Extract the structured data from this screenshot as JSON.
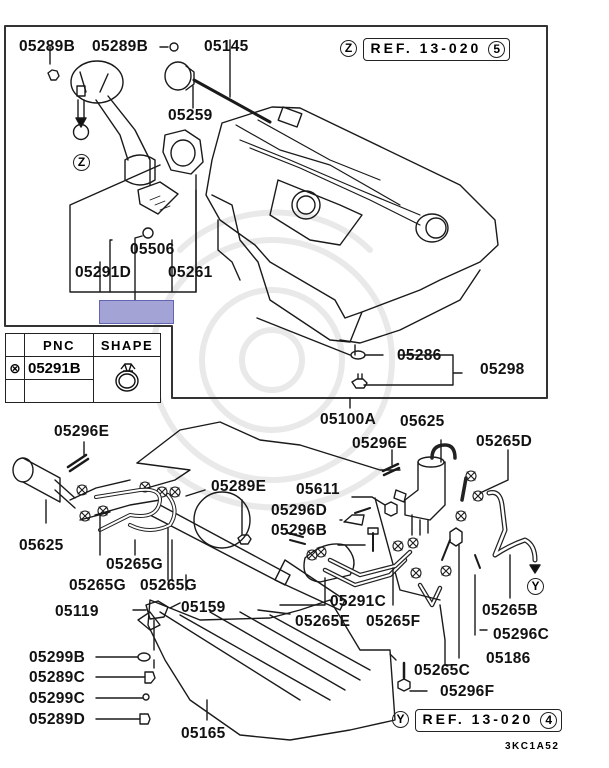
{
  "diagram": {
    "title_refs": {
      "top": {
        "marker": "Z",
        "text": "REF. 13-020",
        "sheet": "5"
      },
      "bottom": {
        "marker": "Y",
        "text": "REF. 13-020",
        "sheet": "4"
      }
    },
    "figure_code": "3KC1A52",
    "arrow_markers": {
      "z": "Z",
      "y": "Y"
    },
    "highlight_color": "#a3a3d6",
    "upper_labels": {
      "l05289b_a": "05289B",
      "l05289b_b": "05289B",
      "l05145": "05145",
      "l05259": "05259",
      "l05506": "05506",
      "l05291d": "05291D",
      "l05261": "05261",
      "l05286": "05286",
      "l05298": "05298",
      "l05100a": "05100A"
    },
    "lower_labels": {
      "l05625_top": "05625",
      "l05296e_right": "05296E",
      "l05265d": "05265D",
      "l05296e_left": "05296E",
      "l05611": "05611",
      "l05296d": "05296D",
      "l05296b": "05296B",
      "l05289e": "05289E",
      "l05625_left": "05625",
      "l05265g_a": "05265G",
      "l05265g_b": "05265G",
      "l05265g_c": "05265G",
      "l05119": "05119",
      "l05159": "05159",
      "l05291c": "05291C",
      "l05265e": "05265E",
      "l05265f": "05265F",
      "l05265b": "05265B",
      "l05296c": "05296C",
      "l05186": "05186",
      "l05265c": "05265C",
      "l05299b": "05299B",
      "l05289c": "05289C",
      "l05299c": "05299C",
      "l05289d": "05289D",
      "l05165": "05165",
      "l05296f": "05296F"
    },
    "pnc_table": {
      "headers": [
        "",
        "PNC",
        "SHAPE"
      ],
      "rows": [
        {
          "symbol": "⊗",
          "pnc": "05291B",
          "shape": "hose-clamp"
        }
      ]
    }
  }
}
